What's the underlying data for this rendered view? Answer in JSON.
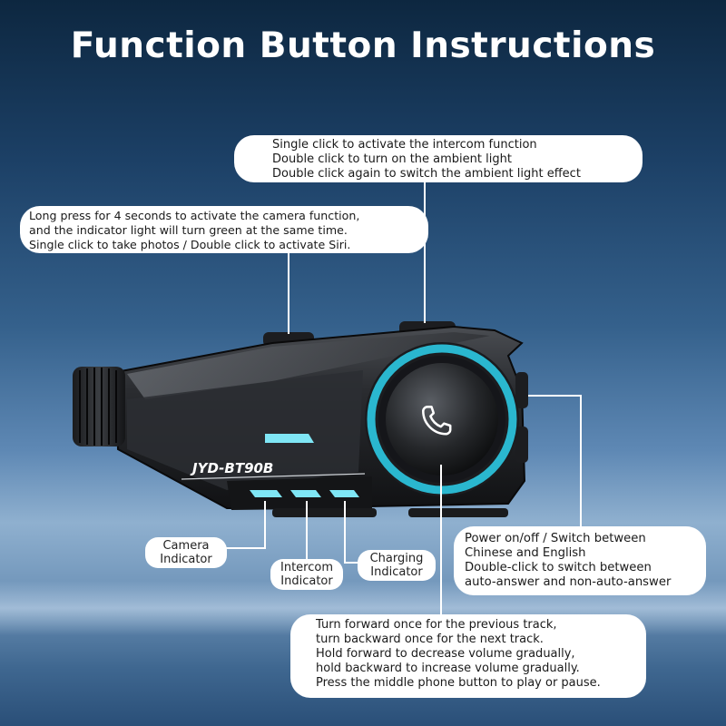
{
  "title": "Function Button Instructions",
  "device": {
    "model_label": "JYD-BT90B",
    "phone_icon": "phone-icon",
    "accent_color": "#2ab7cf",
    "indicator_color": "#7fe6f5"
  },
  "callouts": {
    "top_button": {
      "lines": [
        "Single click to activate the intercom function",
        "Double click to turn on the ambient light",
        "Double click again to switch the ambient light effect"
      ]
    },
    "camera_button": {
      "lines": [
        "Long press for 4 seconds to activate the camera function,",
        "and the indicator light will turn green at the same time.",
        "Single click to take photos / Double click to activate Siri."
      ]
    },
    "power_button": {
      "lines": [
        "Power on/off / Switch between",
        "Chinese and English",
        "Double-click to switch between",
        "auto-answer and non-auto-answer"
      ]
    },
    "wheel": {
      "lines": [
        "Turn forward once for the previous track,",
        "turn backward once for the next track.",
        "Hold forward to decrease volume gradually,",
        "hold backward to increase volume gradually.",
        "Press the middle phone button to play or pause."
      ]
    }
  },
  "indicators": {
    "camera": [
      "Camera",
      "Indicator"
    ],
    "intercom": [
      "Intercom",
      "Indicator"
    ],
    "charging": [
      "Charging",
      "Indicator"
    ]
  }
}
